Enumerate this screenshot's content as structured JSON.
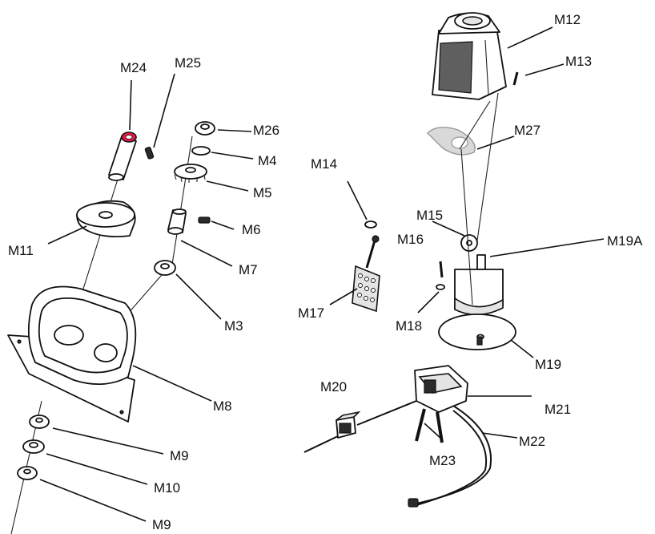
{
  "diagram": {
    "labels": {
      "M24": "M24",
      "M25": "M25",
      "M26": "M26",
      "M4": "M4",
      "M5": "M5",
      "M6": "M6",
      "M7": "M7",
      "M3": "M3",
      "M11": "M11",
      "M8": "M8",
      "M9a": "M9",
      "M10": "M10",
      "M9b": "M9",
      "M12": "M12",
      "M13": "M13",
      "M27": "M27",
      "M14": "M14",
      "M15": "M15",
      "M16": "M16",
      "M19A": "M19A",
      "M17": "M17",
      "M18": "M18",
      "M19": "M19",
      "M20": "M20",
      "M21": "M21",
      "M22": "M22",
      "M23": "M23"
    },
    "colors": {
      "highlight": "#e8194a",
      "line": "#111111",
      "shade": "#e4e4e4"
    }
  }
}
